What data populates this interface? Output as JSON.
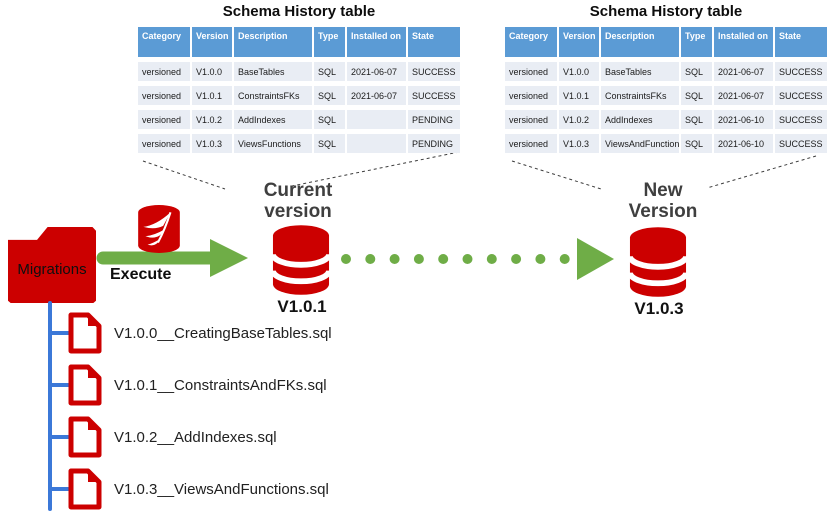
{
  "colors": {
    "red": "#CC0000",
    "green": "#6FAD47",
    "header_blue": "#5B9BD5",
    "row_fill": "#E9EDF4",
    "tree_blue": "#3B78D8",
    "line_dark": "#3C3C3C",
    "text_dark": "#3F3F3F"
  },
  "left_table": {
    "title": "Schema History table",
    "columns": [
      "Category",
      "Version",
      "Description",
      "Type",
      "Installed on",
      "State"
    ],
    "rows": [
      [
        "versioned",
        "V1.0.0",
        "BaseTables",
        "SQL",
        "2021-06-07",
        "SUCCESS"
      ],
      [
        "versioned",
        "V1.0.1",
        "ConstraintsFKs",
        "SQL",
        "2021-06-07",
        "SUCCESS"
      ],
      [
        "versioned",
        "V1.0.2",
        "AddIndexes",
        "SQL",
        "",
        "PENDING"
      ],
      [
        "versioned",
        "V1.0.3",
        "ViewsFunctions",
        "SQL",
        "",
        "PENDING"
      ]
    ]
  },
  "right_table": {
    "title": "Schema History table",
    "columns": [
      "Category",
      "Version",
      "Description",
      "Type",
      "Installed on",
      "State"
    ],
    "rows": [
      [
        "versioned",
        "V1.0.0",
        "BaseTables",
        "SQL",
        "2021-06-07",
        "SUCCESS"
      ],
      [
        "versioned",
        "V1.0.1",
        "ConstraintsFKs",
        "SQL",
        "2021-06-07",
        "SUCCESS"
      ],
      [
        "versioned",
        "V1.0.2",
        "AddIndexes",
        "SQL",
        "2021-06-10",
        "SUCCESS"
      ],
      [
        "versioned",
        "V1.0.3",
        "ViewsAndFunctions",
        "SQL",
        "2021-06-10",
        "SUCCESS"
      ]
    ]
  },
  "flow": {
    "migrations_label": "Migrations",
    "execute_label": "Execute",
    "current_version_label": "Current version",
    "current_db_version": "V1.0.1",
    "new_version_label": "New Version",
    "new_db_version": "V1.0.3"
  },
  "files": [
    "V1.0.0__CreatingBaseTables.sql",
    "V1.0.1__ConstraintsAndFKs.sql",
    "V1.0.2__AddIndexes.sql",
    "V1.0.3__ViewsAndFunctions.sql"
  ]
}
